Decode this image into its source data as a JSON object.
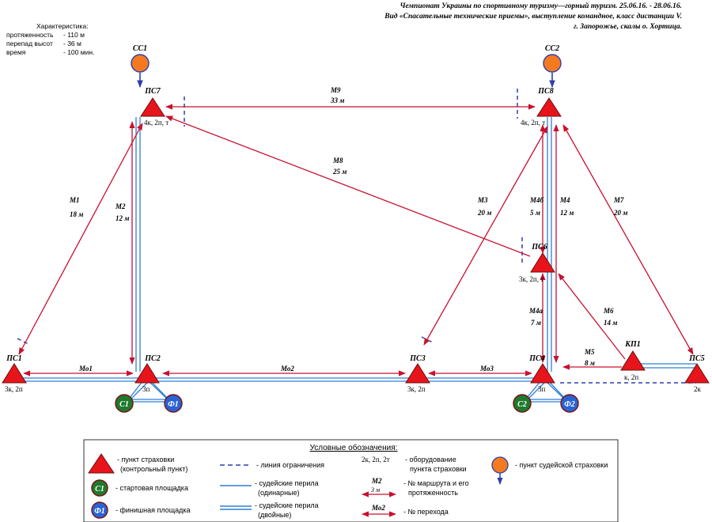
{
  "header": {
    "line1": "Чемпионат Украины по спортивному туризму—горный туризм. 25.06.16. - 28.06.16.",
    "line2": "Вид «Спасательные технические приемы», выступление командное, класс дистанции V.",
    "line3": "г. Запорожье, скалы о. Хортица."
  },
  "stats": {
    "title": "Характеристика:",
    "rows": [
      {
        "label": "протяженность",
        "value": "- 110 м"
      },
      {
        "label": "перепад высот",
        "value": "- 36 м"
      },
      {
        "label": "время",
        "value": "- 100 мин."
      }
    ]
  },
  "points": {
    "ps1": {
      "name": "ПС1",
      "equip": "3к, 2п"
    },
    "ps2": {
      "name": "ПС2",
      "equip": "3п"
    },
    "ps3": {
      "name": "ПС3",
      "equip": "3к, 2п"
    },
    "ps4": {
      "name": "ПС4",
      "equip": "3п"
    },
    "ps5": {
      "name": "ПС5",
      "equip": "2к"
    },
    "ps6": {
      "name": "ПС6",
      "equip": "3к, 2п, т"
    },
    "ps7": {
      "name": "ПС7",
      "equip": "4к, 2п, т"
    },
    "ps8": {
      "name": "ПС8",
      "equip": "4к, 2п, т"
    },
    "kp1": {
      "name": "КП1",
      "equip": "к, 2п"
    },
    "ss1": {
      "name": "СС1"
    },
    "ss2": {
      "name": "СС2"
    },
    "c1": {
      "name": "С1"
    },
    "c2": {
      "name": "С2"
    },
    "f1": {
      "name": "Ф1"
    },
    "f2": {
      "name": "Ф2"
    }
  },
  "routes": {
    "m1": {
      "name": "М1",
      "len": "18 м"
    },
    "m2": {
      "name": "М2",
      "len": "12 м"
    },
    "m3": {
      "name": "М3",
      "len": "20 м"
    },
    "m4": {
      "name": "М4",
      "len": "12 м"
    },
    "m4a": {
      "name": "М4а",
      "len": "7 м"
    },
    "m4b": {
      "name": "М4б",
      "len": "5 м"
    },
    "m5": {
      "name": "М5",
      "len": "8 м"
    },
    "m6": {
      "name": "М6",
      "len": "14 м"
    },
    "m7": {
      "name": "М7",
      "len": "20 м"
    },
    "m8": {
      "name": "М8",
      "len": "25 м"
    },
    "m9": {
      "name": "М9",
      "len": "33 м"
    }
  },
  "transitions": {
    "mo1": "Мо1",
    "mo2": "Мо2",
    "mo3": "Мо3"
  },
  "legend": {
    "title": "Условные обозначения:",
    "belay_point_1": "- пункт страховки",
    "belay_point_2": "(контрольный пункт)",
    "start_symbol": "С1",
    "start_area": "- стартовая площадка",
    "finish_symbol": "Ф1",
    "finish_area": "- финишная площадка",
    "boundary": "- линия ограничения",
    "single_rope_1": "- судейские перила",
    "single_rope_2": "(одинарные)",
    "double_rope_1": "- судейские перила",
    "double_rope_2": "(двойные)",
    "equip_sample": "2к, 2п, 2т",
    "equip_desc_1": "- оборудование",
    "equip_desc_2": "пункта страховки",
    "route_sample_name": "М2",
    "route_sample_len": "3 м",
    "route_desc_1": "- № маршрута и его",
    "route_desc_2": "протяженность",
    "transition_sample": "Мо2",
    "transition_desc": "- № перехода",
    "judge_point": "- пункт судейской страховки"
  },
  "colors": {
    "route": "#c8102e",
    "rope": "#2f7fd6",
    "boundary": "#2d3fb0",
    "triangle": "#e8141b",
    "start": "#1e7a2c",
    "finish": "#2a63d4",
    "judge": "#f47a20"
  }
}
